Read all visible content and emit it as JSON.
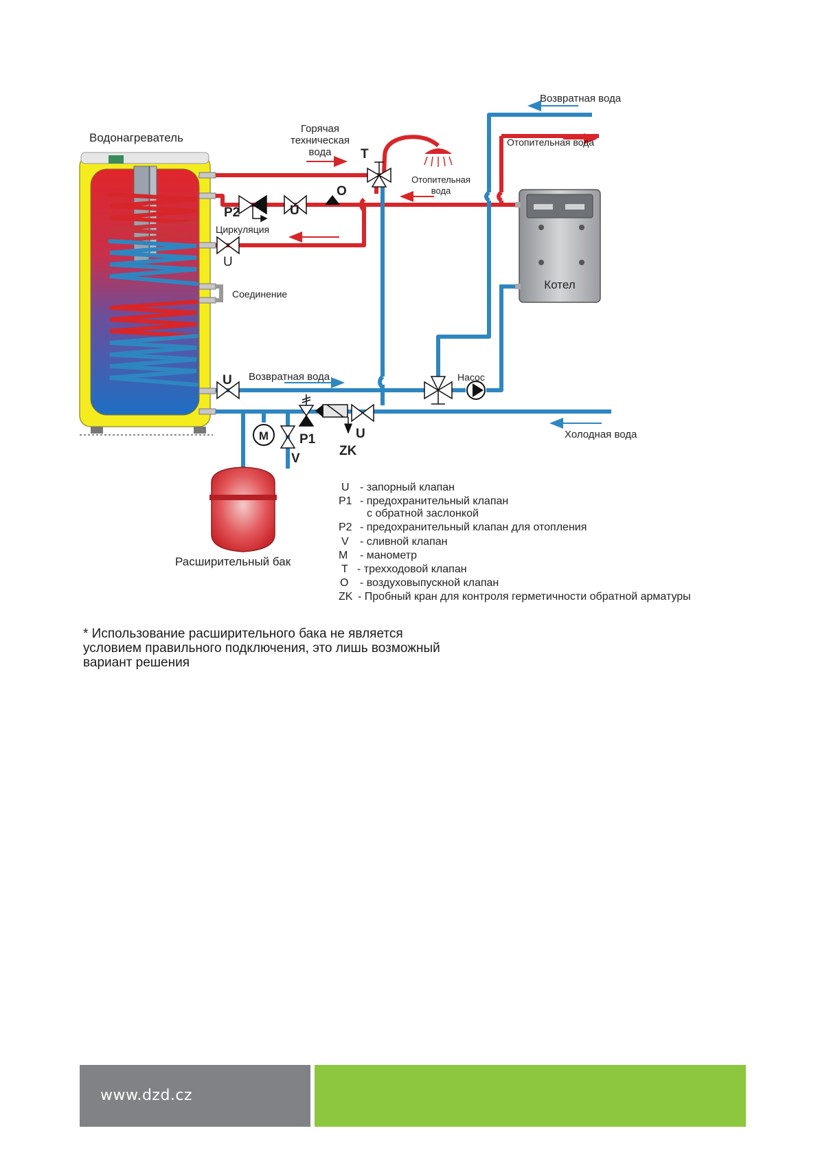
{
  "diagram": {
    "heater_label": "Водонагреватель",
    "hot_water_lines": [
      "Горячая",
      "техническая",
      "вода"
    ],
    "return_water_top": "Возвратная  вода",
    "heating_water_out": "Отопительная вода",
    "heating_water_lines": [
      "Отопительная",
      "вода"
    ],
    "circulation": "Циркуляция",
    "connection": "Соединение",
    "boiler": "Котел",
    "return_water_bottom": "Возвратная  вода",
    "pump": "Насос",
    "cold_water": "Холодная вода",
    "expansion_tank": "Расширительный бак",
    "valve_letters": {
      "T": "T",
      "O": "O",
      "P2": "P2",
      "U": "U",
      "P1": "P1",
      "V": "V",
      "M": "M",
      "ZK": "ZK"
    },
    "colors": {
      "hot": "#d7262a",
      "cold": "#2e86c1",
      "tank_shell": "#f5ec1f"
    }
  },
  "legend": [
    {
      "code": "U",
      "desc": "- запорный клапан"
    },
    {
      "code": "P1",
      "desc": "- предохранительный клапан"
    },
    {
      "code": "",
      "desc": "с обратной заслонкой"
    },
    {
      "code": "P2",
      "desc": "- предохранительный клапан для отопления"
    },
    {
      "code": "V",
      "desc": "- сливной клапан"
    },
    {
      "code": "M",
      "desc": "- манометр"
    },
    {
      "code": "T",
      "desc": "- трехходовой клапан"
    },
    {
      "code": "O",
      "desc": "- воздуховыпускной клапан"
    },
    {
      "code": "ZK",
      "desc": "- Пробный кран для контроля герметичности обратной арматуры"
    }
  ],
  "footnote": [
    "* Использование расширительного бака не является",
    "условием правильного подключения, это лишь возможный",
    "вариант решения"
  ],
  "footer": {
    "url": "www.dzd.cz"
  }
}
